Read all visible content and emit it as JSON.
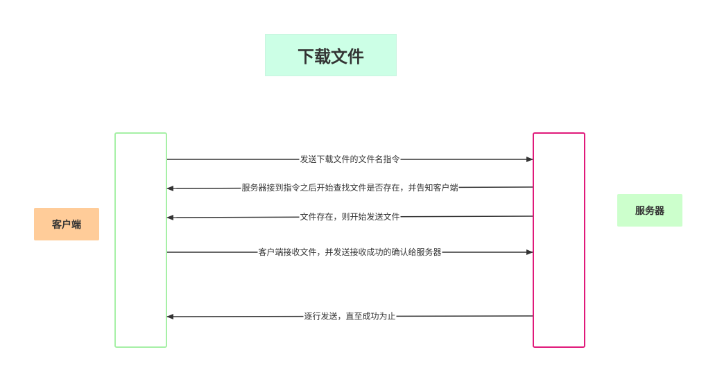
{
  "title": "下载文件",
  "client_label": "客户端",
  "server_label": "服务器",
  "messages": [
    {
      "text": "发送下载文件的文件名指令",
      "direction": "client-to-server"
    },
    {
      "text": "服务器接到指令之后开始查找文件是否存在，并告知客户端",
      "direction": "server-to-client"
    },
    {
      "text": "文件存在，则开始发送文件",
      "direction": "server-to-client"
    },
    {
      "text": "客户端接收文件，并发送接收成功的确认给服务器",
      "direction": "client-to-server"
    },
    {
      "text": "逐行发送，直至成功为止",
      "direction": "server-to-client"
    }
  ],
  "colors": {
    "title_bg": "#ccffe6",
    "client_bg": "#ffcc99",
    "server_bg": "#ccffcc",
    "client_lifeline": "#a6f0a6",
    "server_lifeline": "#e0197a",
    "arrow": "#333333"
  }
}
